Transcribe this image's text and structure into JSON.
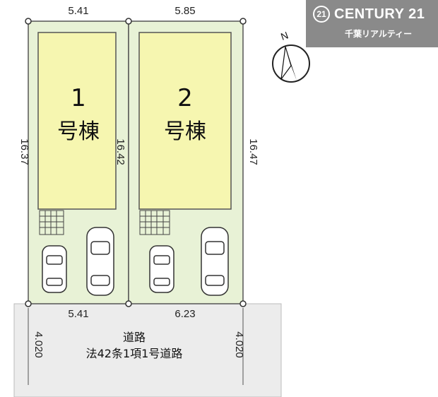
{
  "brand": {
    "emblem": "21",
    "name": "CENTURY 21",
    "sub": "千葉リアルティー",
    "bg_color": "#8a8a8a"
  },
  "compass": {
    "label": "N",
    "icon": "north-arrow-icon"
  },
  "lots": [
    {
      "number": "1",
      "label": "号棟",
      "top_width": "5.41",
      "bottom_width": "5.41",
      "left_depth": "16.37"
    },
    {
      "number": "2",
      "label": "号棟",
      "top_width": "5.85",
      "bottom_width": "6.23",
      "right_depth": "16.47"
    }
  ],
  "shared_depth": "16.42",
  "road": {
    "name": "道路",
    "type": "法42条1項1号道路",
    "width_left": "4.020",
    "width_right": "4.020"
  },
  "colors": {
    "lot_fill": "#e8f2d6",
    "building_fill": "#f6f6b0",
    "road_fill": "#ececec",
    "outline": "#555555"
  }
}
